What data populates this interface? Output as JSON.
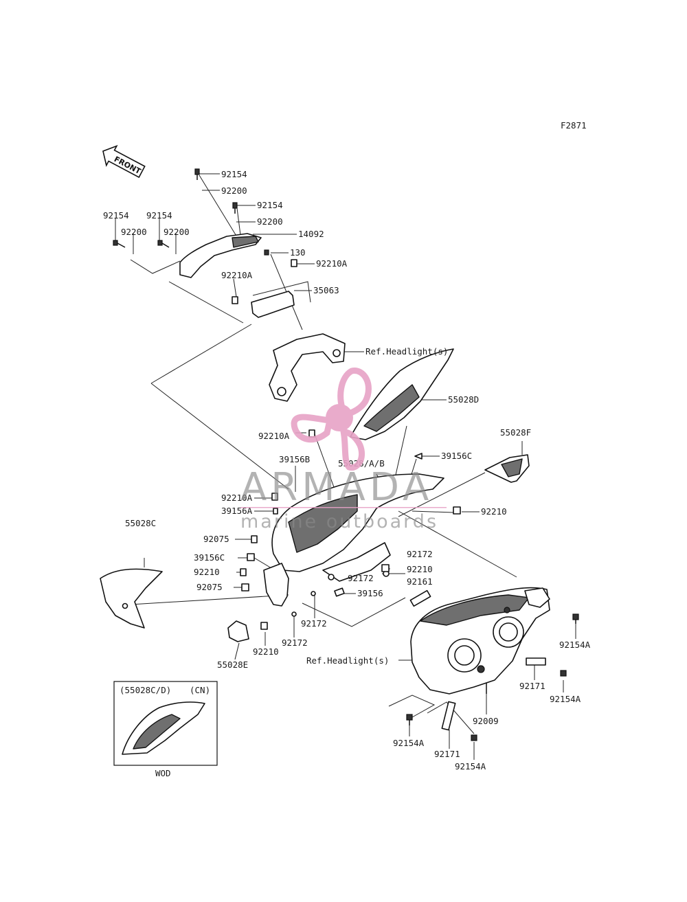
{
  "figure_code": "F2871",
  "front_arrow": {
    "text": "FRONT"
  },
  "watermark": {
    "brand": "ARMADA",
    "tagline": "marine outboards",
    "logo_color": "#e7a3c6"
  },
  "callouts": {
    "c_92154_a": "92154",
    "c_92200_a": "92200",
    "c_92154_b": "92154",
    "c_92200_b": "92200",
    "c_92154_l1": "92154",
    "c_92200_l1": "92200",
    "c_92154_l2": "92154",
    "c_92200_l2": "92200",
    "c_14092": "14092",
    "c_130": "130",
    "c_92210A_a": "92210A",
    "c_92210A_b": "92210A",
    "c_35063": "35063",
    "c_ref_headlight_top": "Ref.Headlight(s)",
    "c_55028D": "55028D",
    "c_92210A_c": "92210A",
    "c_39156C_a": "39156C",
    "c_55028F": "55028F",
    "c_39156B": "39156B",
    "c_55028AB": "55028/A/B",
    "c_92210A_d": "92210A",
    "c_39156A": "39156A",
    "c_92210_a": "92210",
    "c_92075_a": "92075",
    "c_55028C": "55028C",
    "c_92172_a": "92172",
    "c_39156C_b": "39156C",
    "c_92210_b": "92210",
    "c_92210_c": "92210",
    "c_92172_b": "92172",
    "c_92075_b": "92075",
    "c_39156": "39156",
    "c_92161": "92161",
    "c_92172_c": "92172",
    "c_92172_d": "92172",
    "c_92210_d": "92210",
    "c_55028E": "55028E",
    "c_ref_headlight_bot": "Ref.Headlight(s)",
    "c_92154A_a": "92154A",
    "c_92171_a": "92171",
    "c_92154A_b": "92154A",
    "c_92009": "92009",
    "c_92154A_c": "92154A",
    "c_92171_b": "92171",
    "c_92154A_d": "92154A"
  },
  "inset": {
    "header_left": "(55028C/D)",
    "header_right": "(CN)",
    "caption": "WOD"
  }
}
